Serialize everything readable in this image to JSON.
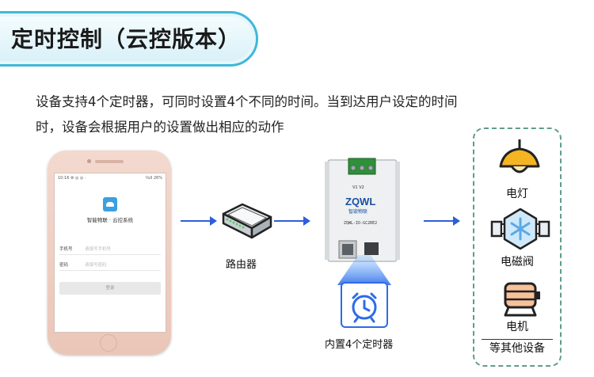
{
  "title": "定时控制（云控版本）",
  "description": "设备支持4个定时器，可同时设置4个不同的时间。当到达用户设定的时间时，设备会根据用户的设置做出相应的动作",
  "phone": {
    "status_left": "10:16 ⚙ ◎ ◎ ·",
    "status_right": "⅟ull 26%",
    "app_name": "智能物联 · 云控系统",
    "phone_label": "手机号",
    "phone_placeholder": "请填写手机号",
    "password_label": "密码",
    "password_placeholder": "请填写密码",
    "login_button": "登录"
  },
  "router": {
    "label": "路由器"
  },
  "controller": {
    "brand": "ZQWL",
    "brand_sub": "智嵌物联",
    "model": "ZQWL-IO-GC2RE2",
    "terminals": "V1    V2"
  },
  "timer": {
    "label": "内置4个定时器",
    "icon": "alarm-clock-icon"
  },
  "devices": [
    {
      "label": "电灯",
      "icon": "lamp-icon"
    },
    {
      "label": "电磁阀",
      "icon": "solenoid-valve-icon"
    },
    {
      "label": "电机",
      "icon": "motor-icon"
    }
  ],
  "others_label": "等其他设备",
  "colors": {
    "accent": "#2e6be6",
    "banner_border": "#3fb8d8",
    "panel_border": "#5f9c8e",
    "lamp_yellow": "#f5b523"
  }
}
